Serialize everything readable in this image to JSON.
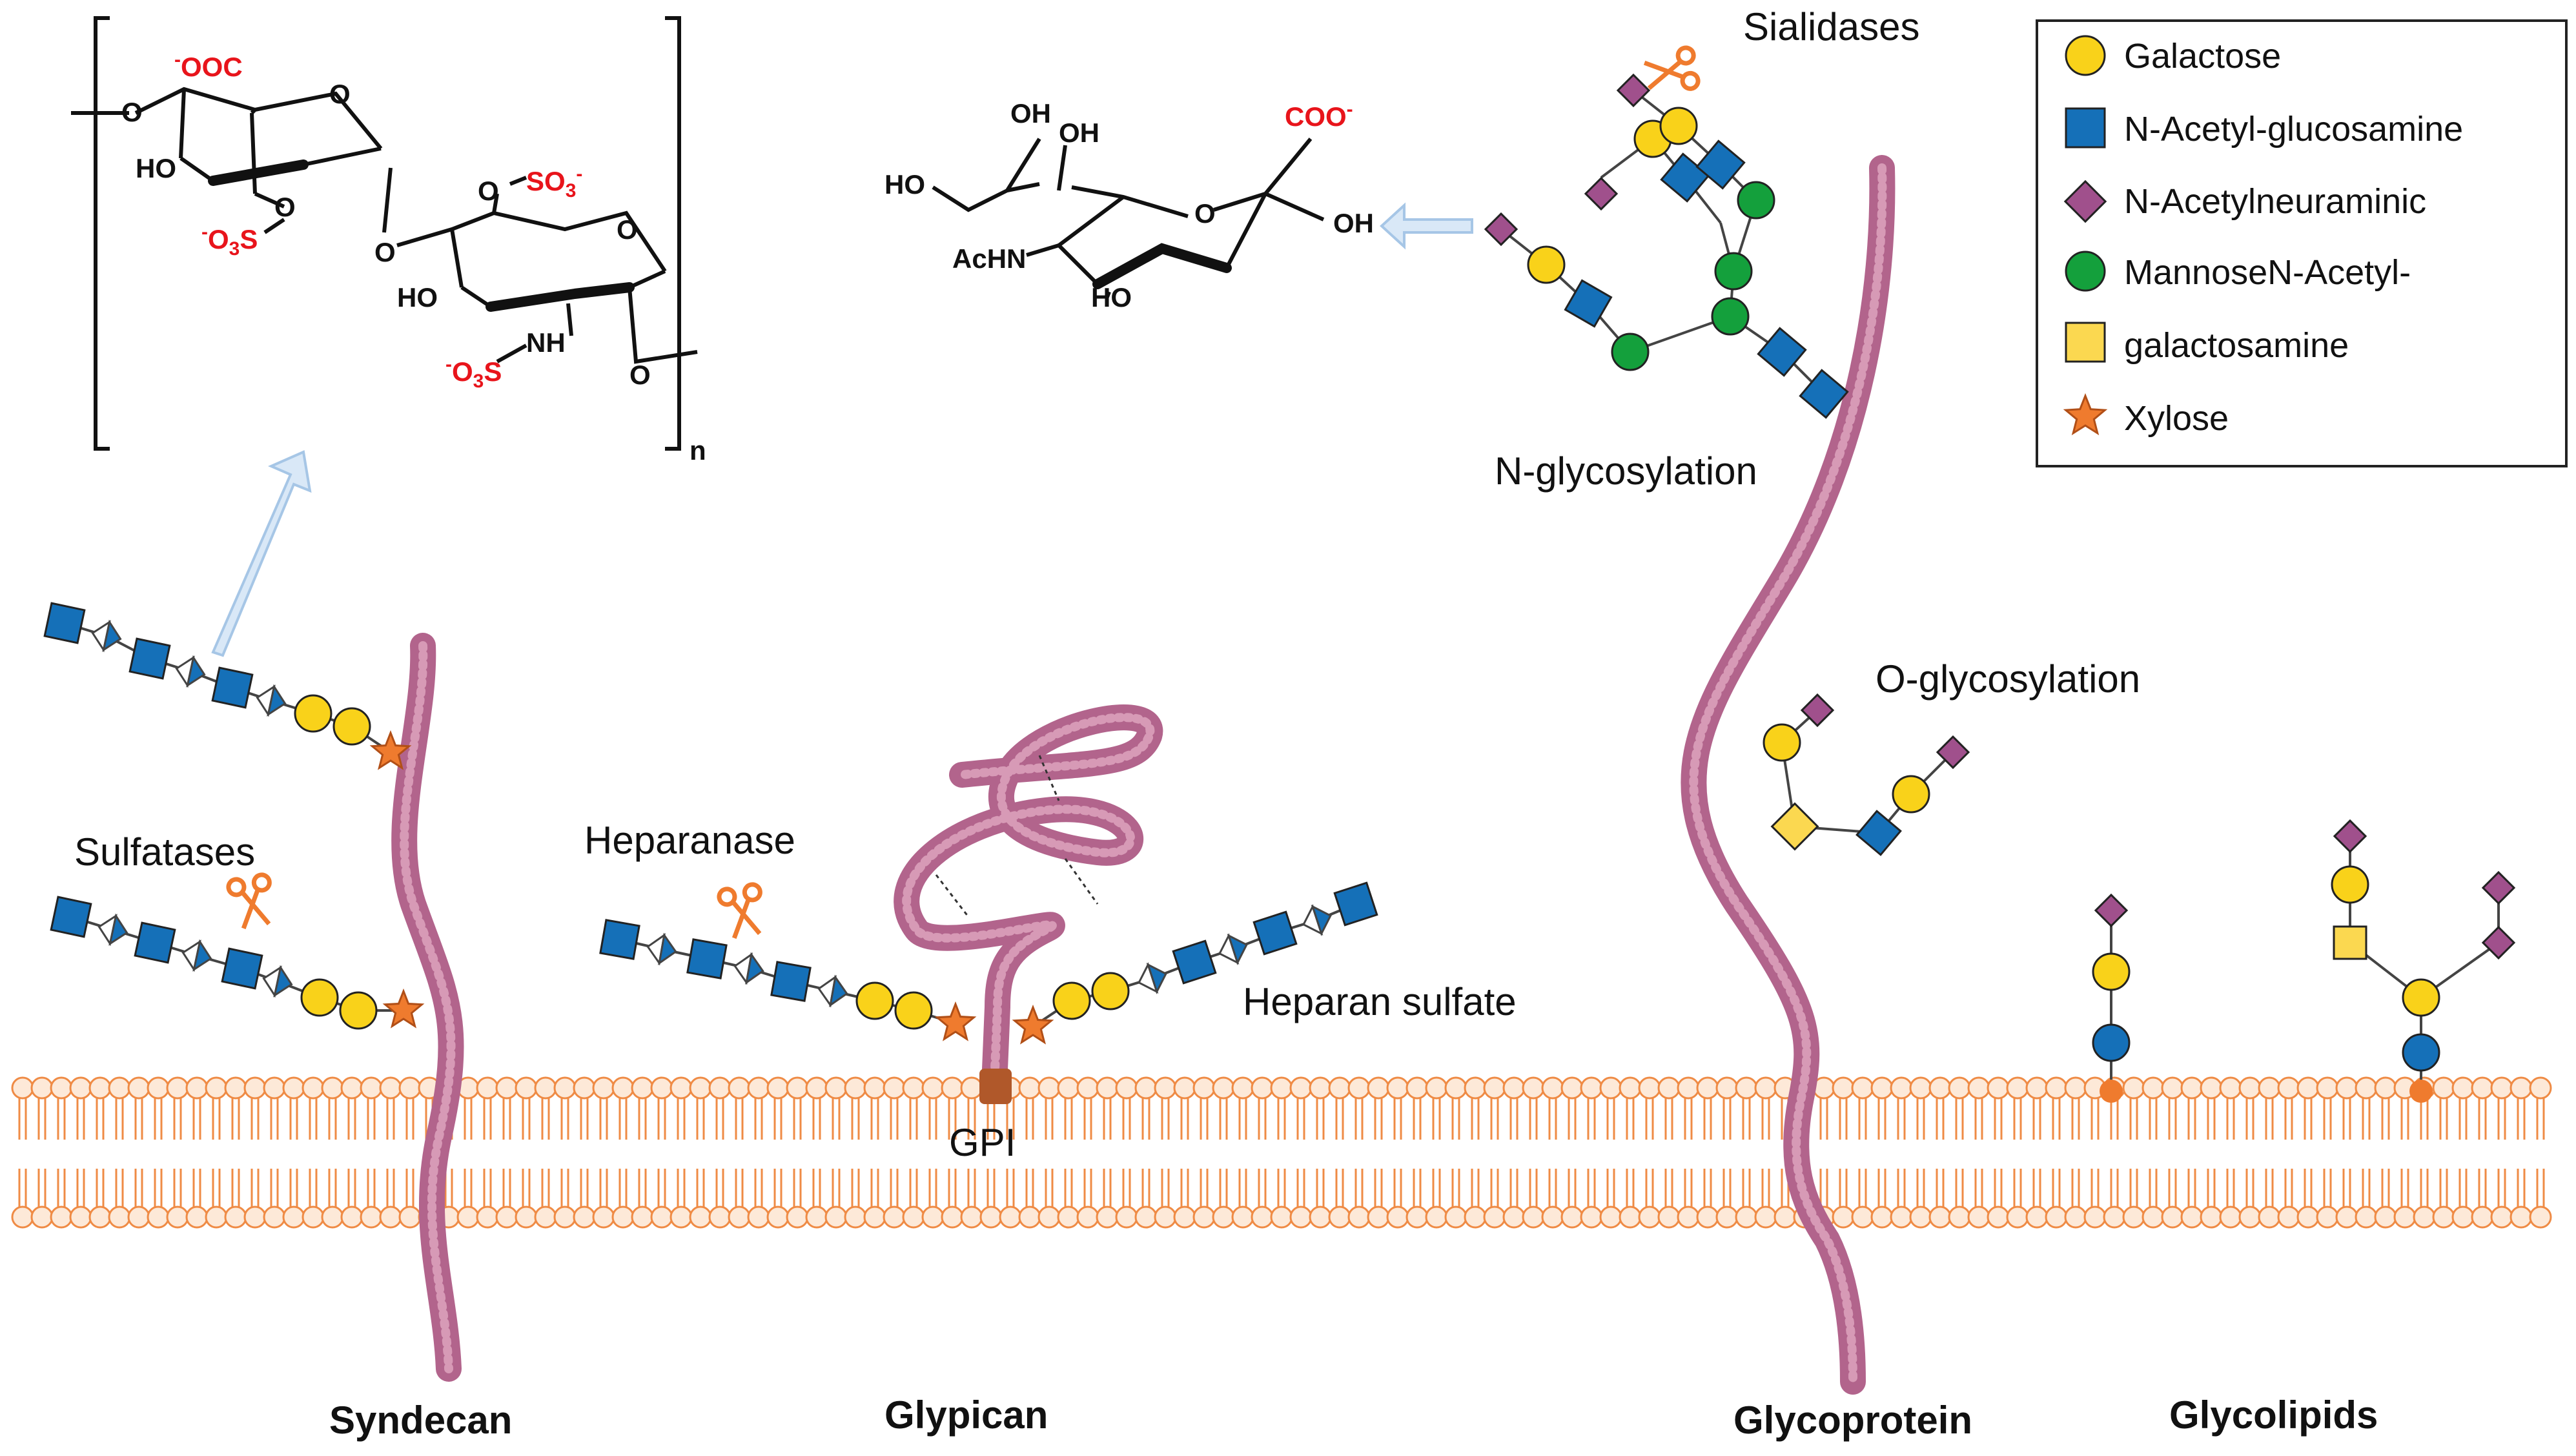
{
  "legend": {
    "items": [
      {
        "icon": "galactose-circle-icon",
        "label": "Galactose",
        "color": "#f9d21a"
      },
      {
        "icon": "glcnac-square-icon",
        "label": "N-Acetyl-glucosamine",
        "color": "#1570b8"
      },
      {
        "icon": "neuac-diamond-icon",
        "label": "N-Acetylneuraminic",
        "color": "#a0508c"
      },
      {
        "icon": "mannose-circle-icon",
        "label": "MannoseN-Acetyl-",
        "color": "#14a03c"
      },
      {
        "icon": "galnac-square-icon",
        "label": "galactosamine",
        "color": "#fbd850"
      },
      {
        "icon": "xylose-star-icon",
        "label": "Xylose",
        "color": "#ef7b2e"
      }
    ]
  },
  "labels": {
    "sialidases": "Sialidases",
    "n_glycosylation": "N-glycosylation",
    "o_glycosylation": "O-glycosylation",
    "sulfatases": "Sulfatases",
    "heparanase": "Heparanase",
    "heparan_sulfate": "Heparan sulfate",
    "gpi": "GPI"
  },
  "bottom_labels": {
    "syndecan": "Syndecan",
    "glypican": "Glypican",
    "glycoprotein": "Glycoprotein",
    "glycolipids": "Glycolipids"
  },
  "heparin_structure": {
    "coo": "OOC",
    "coo_charge": "-",
    "ho1": "HO",
    "o_ring1": "O",
    "o_link": "O",
    "o_sulf1": "O",
    "so3_left": "O",
    "so3_left_s": "S",
    "o_sulf2": "O",
    "so3_right": "SO",
    "ho2": "HO",
    "o_ring2": "O",
    "nh": "NH",
    "so3_bottom": "O",
    "so3_bottom_s": "S",
    "o_tail": "O",
    "o_head": "O",
    "repeat": "n",
    "sub3": "3",
    "minus": "-"
  },
  "sialic_structure": {
    "oh1": "OH",
    "oh2": "OH",
    "ho": "HO",
    "coo": "COO",
    "coo_charge": "-",
    "oh3": "OH",
    "o_ring": "O",
    "achn": "AcHN",
    "ho2": "HO"
  },
  "colors": {
    "membrane": "#ef8b45",
    "membrane_fill": "#fde9d8",
    "protein": "#b2648c",
    "arrow": "#bcd6f0",
    "red_text": "#e8141b"
  }
}
